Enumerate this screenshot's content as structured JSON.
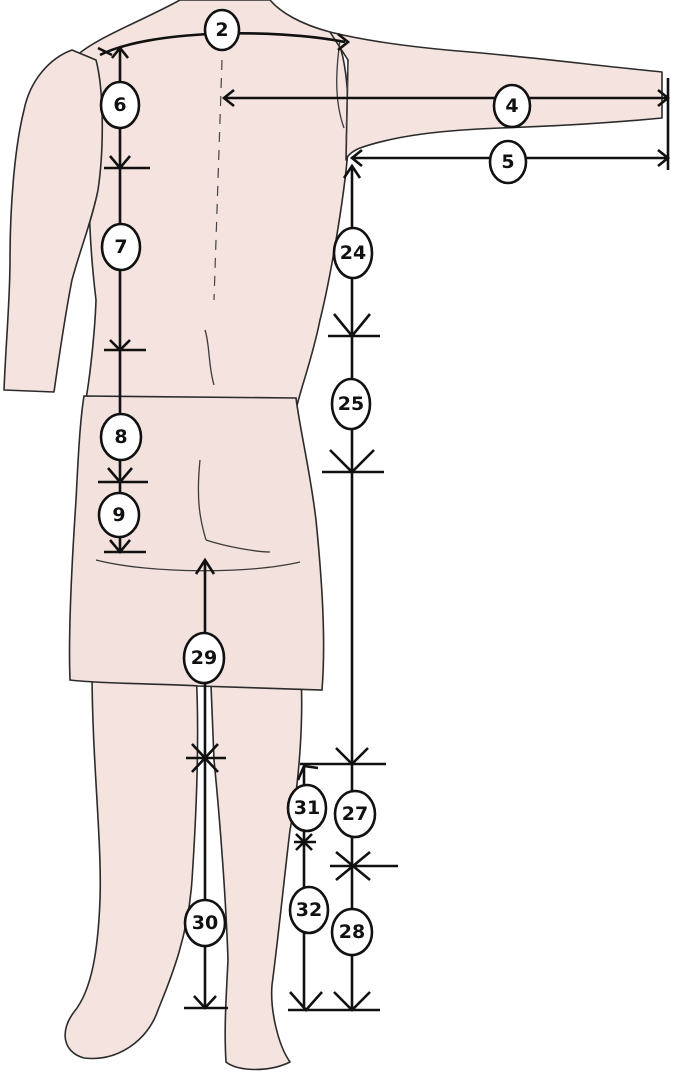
{
  "figure": {
    "labels": {
      "m2": "2",
      "m4": "4",
      "m5": "5",
      "m6": "6",
      "m7": "7",
      "m8": "8",
      "m9": "9",
      "m24": "24",
      "m25": "25",
      "m27": "27",
      "m28": "28",
      "m29": "29",
      "m30": "30",
      "m31": "31",
      "m32": "32"
    },
    "colors": {
      "skin": "#f4e3de",
      "outline": "#2b2b2b",
      "marker": "#111111"
    }
  }
}
